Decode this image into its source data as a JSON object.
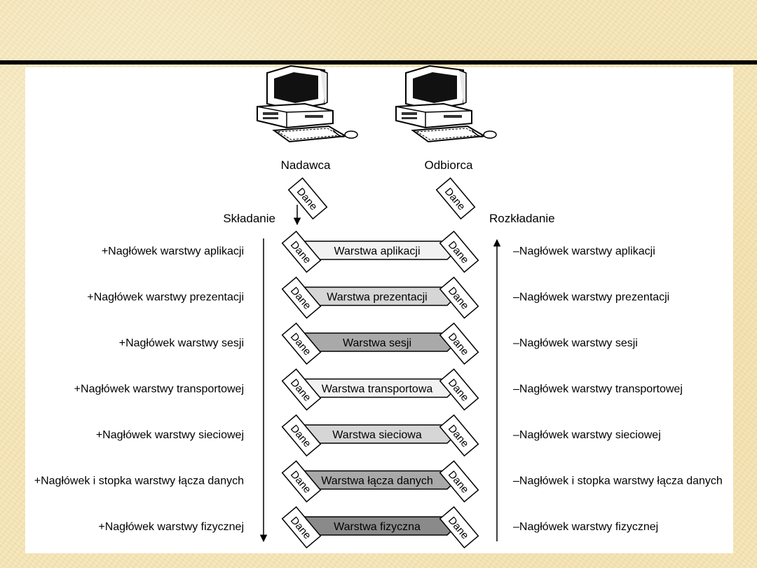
{
  "sender": {
    "label": "Nadawca",
    "packet": "Dane"
  },
  "receiver": {
    "label": "Odbiorca",
    "packet": "Dane"
  },
  "flows": {
    "left": "Składanie",
    "right": "Rozkładanie"
  },
  "layers": [
    {
      "name": "Warstwa aplikacji",
      "left": "Dane",
      "right": "Dane",
      "fill": "#f2f2f2",
      "add": "+Nagłówek warstwy aplikacji",
      "remove": "–Nagłówek warstwy aplikacji"
    },
    {
      "name": "Warstwa prezentacji",
      "left": "Dane",
      "right": "Dane",
      "fill": "#d6d6d6",
      "add": "+Nagłówek warstwy prezentacji",
      "remove": "–Nagłówek warstwy prezentacji"
    },
    {
      "name": "Warstwa sesji",
      "left": "Dane",
      "right": "Dane",
      "fill": "#a9a9a9",
      "add": "+Nagłówek warstwy sesji",
      "remove": "–Nagłówek warstwy sesji"
    },
    {
      "name": "Warstwa transportowa",
      "left": "Dane",
      "right": "Dane",
      "fill": "#f2f2f2",
      "add": "+Nagłówek warstwy transportowej",
      "remove": "–Nagłówek warstwy transportowej"
    },
    {
      "name": "Warstwa sieciowa",
      "left": "Dane",
      "right": "Dane",
      "fill": "#d6d6d6",
      "add": "+Nagłówek warstwy sieciowej",
      "remove": "–Nagłówek warstwy sieciowej"
    },
    {
      "name": "Warstwa łącza danych",
      "left": "Dane",
      "right": "Dane",
      "fill": "#a9a9a9",
      "add": "+Nagłówek i stopka warstwy łącza danych",
      "remove": "–Nagłówek i stopka warstwy łącza danych"
    },
    {
      "name": "Warstwa fizyczna",
      "left": "Dane",
      "right": "Dane",
      "fill": "#8a8a8a",
      "add": "+Nagłówek warstwy fizycznej",
      "remove": "–Nagłówek warstwy fizycznej"
    }
  ]
}
